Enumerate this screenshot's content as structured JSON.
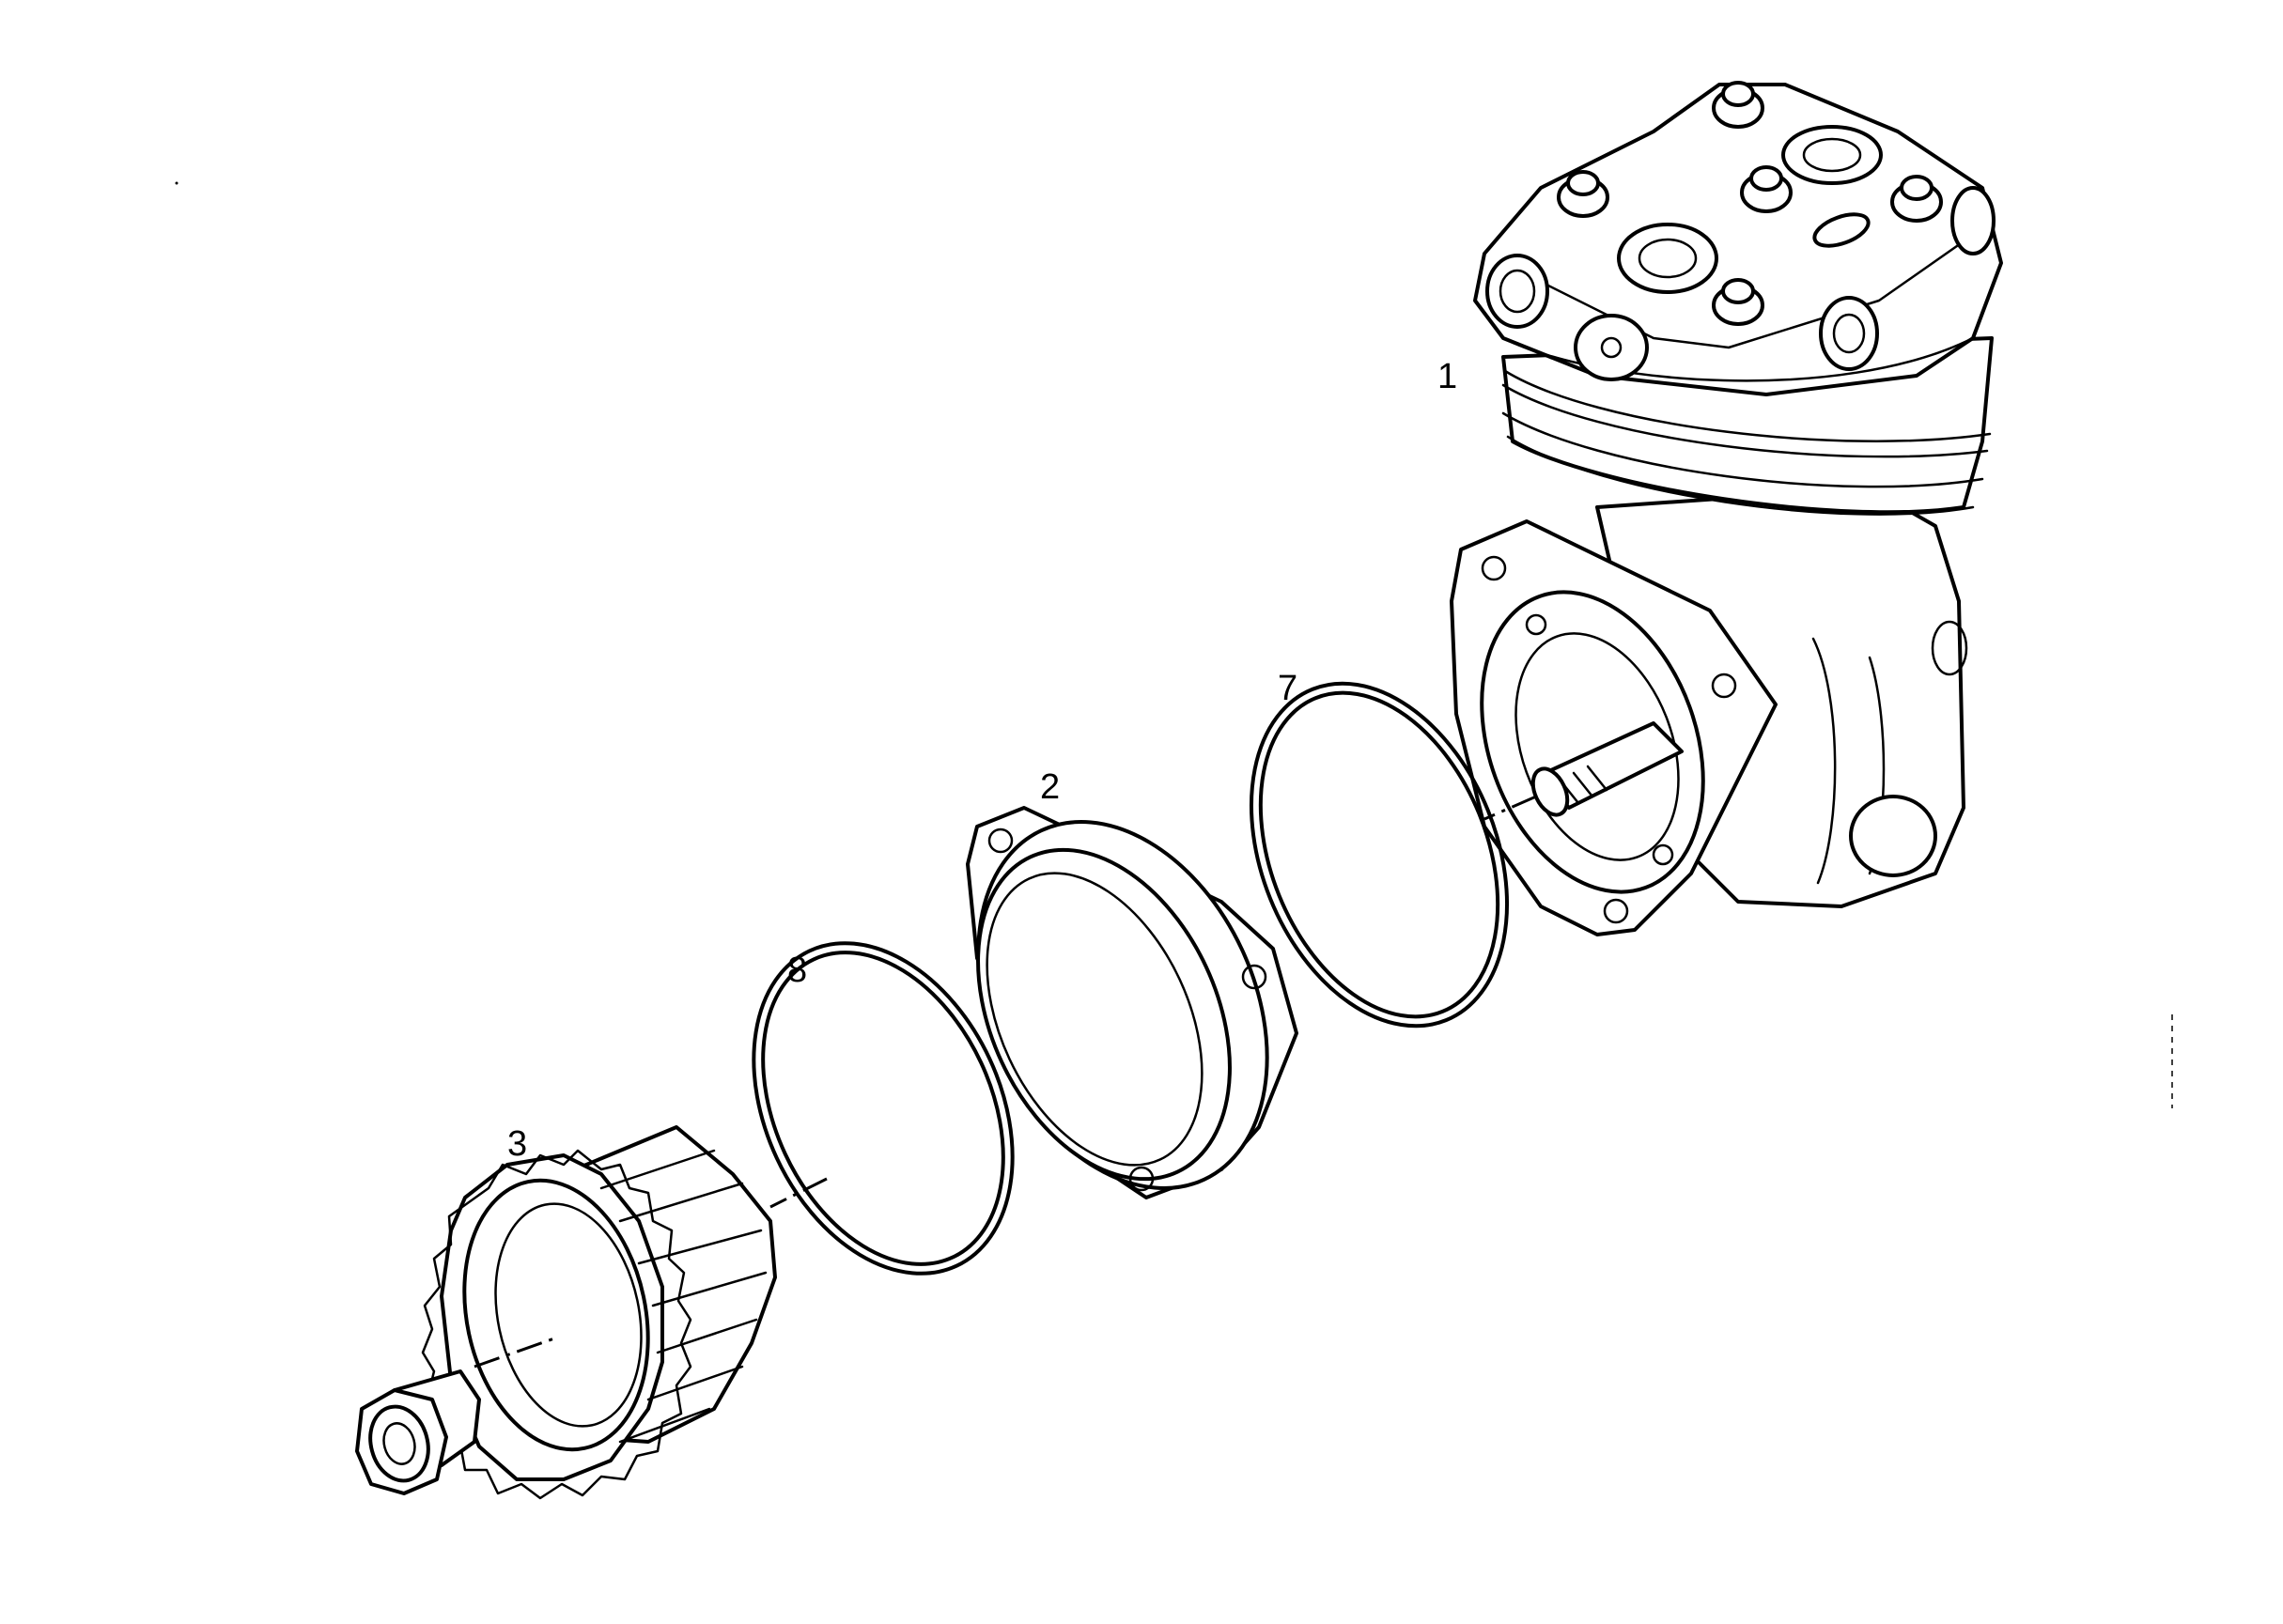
{
  "callouts": [
    {
      "id": "part-1",
      "label": "1"
    },
    {
      "id": "part-2",
      "label": "2"
    },
    {
      "id": "part-3",
      "label": "3"
    },
    {
      "id": "part-7",
      "label": "7"
    },
    {
      "id": "part-8",
      "label": "8"
    }
  ]
}
